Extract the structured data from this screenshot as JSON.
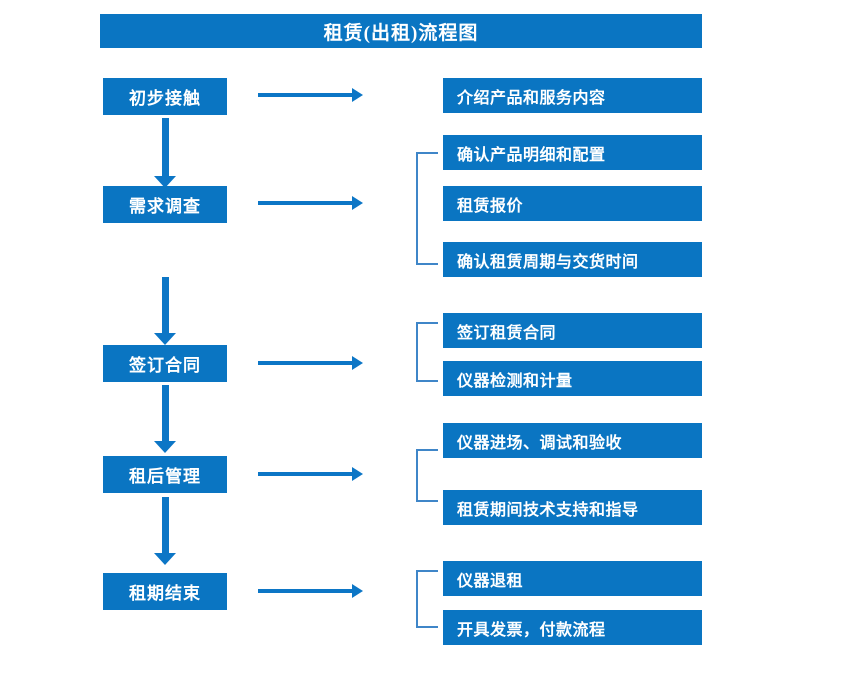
{
  "chart_title": "租赁(出租)流程图",
  "colors": {
    "box_fill": "#0A75C2",
    "box_text": "#FFFFFF",
    "arrow": "#0C76C6",
    "bracket": "#3F86C8",
    "background": "#FFFFFF"
  },
  "stages": [
    {
      "id": "stage-1",
      "label": "初步接触",
      "details": [
        {
          "id": "detail-1-1",
          "label": "介绍产品和服务内容"
        }
      ]
    },
    {
      "id": "stage-2",
      "label": "需求调查",
      "details": [
        {
          "id": "detail-2-1",
          "label": "确认产品明细和配置"
        },
        {
          "id": "detail-2-2",
          "label": "租赁报价"
        },
        {
          "id": "detail-2-3",
          "label": "确认租赁周期与交货时间"
        }
      ]
    },
    {
      "id": "stage-3",
      "label": "签订合同",
      "details": [
        {
          "id": "detail-3-1",
          "label": "签订租赁合同"
        },
        {
          "id": "detail-3-2",
          "label": "仪器检测和计量"
        }
      ]
    },
    {
      "id": "stage-4",
      "label": "租后管理",
      "details": [
        {
          "id": "detail-4-1",
          "label": "仪器进场、调试和验收"
        },
        {
          "id": "detail-4-2",
          "label": "租赁期间技术支持和指导"
        }
      ]
    },
    {
      "id": "stage-5",
      "label": "租期结束",
      "details": [
        {
          "id": "detail-5-1",
          "label": "仪器退租"
        },
        {
          "id": "detail-5-2",
          "label": "开具发票，付款流程"
        }
      ]
    }
  ]
}
